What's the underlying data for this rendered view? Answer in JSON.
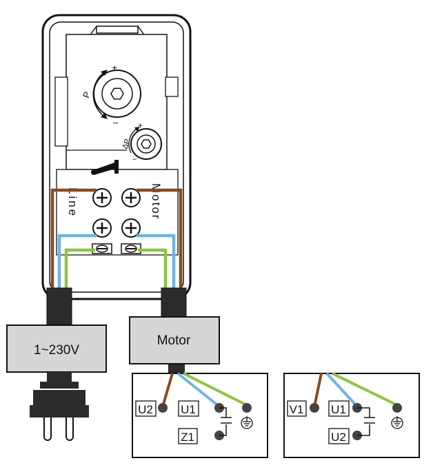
{
  "switch": {
    "line_label": "Line",
    "motor_label": "Motor",
    "main_dial": {
      "plus": "+",
      "minus": "–",
      "letter": "P"
    },
    "diff_dial": {
      "plus": "+",
      "minus": "–",
      "letter": "ΔP"
    }
  },
  "supply_box": {
    "label": "1~230V"
  },
  "motor_box": {
    "label": "Motor"
  },
  "panel_left": {
    "terminals": [
      "U2",
      "U1",
      "Z1"
    ]
  },
  "panel_right": {
    "terminals": [
      "V1",
      "U1",
      "U2"
    ]
  },
  "colors": {
    "brown": "#8B4A1C",
    "blue": "#6FB3E8",
    "green": "#8CC63F",
    "box_fill": "#D6D6D6",
    "cable": "#2B2B2B"
  }
}
